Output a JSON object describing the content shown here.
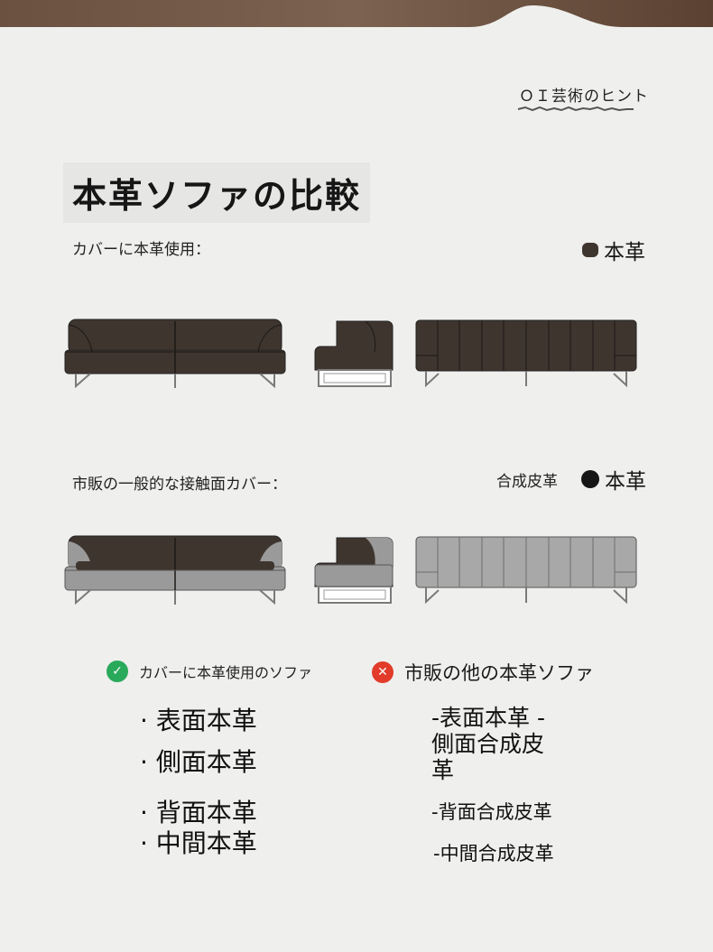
{
  "brand": {
    "name": "ＯＩ芸術のヒント"
  },
  "title": "本革ソファの比較",
  "section1": {
    "label": "カバーに本革使用：",
    "legend": "本革"
  },
  "section2": {
    "label": "市販の一般的な接触面カバー：",
    "legend_synthetic": "合成皮革",
    "legend_leather": "本革"
  },
  "comparison": {
    "left": {
      "title": "カバーに本革使用のソファ",
      "items": [
        "· 表面本革",
        "· 側面本革",
        "· 背面本革",
        "· 中間本革"
      ]
    },
    "right": {
      "title": "市販の他の本革ソファ",
      "items": [
        "-表面本革 -",
        "側面合成皮",
        "革",
        "-背面合成皮革",
        "-中間合成皮革"
      ]
    }
  },
  "colors": {
    "leather": "#3f352f",
    "synthetic": "#999999",
    "frame": "#7a7a7a",
    "check": "#29a95a",
    "cross": "#e23b2a",
    "background": "#efefed"
  }
}
